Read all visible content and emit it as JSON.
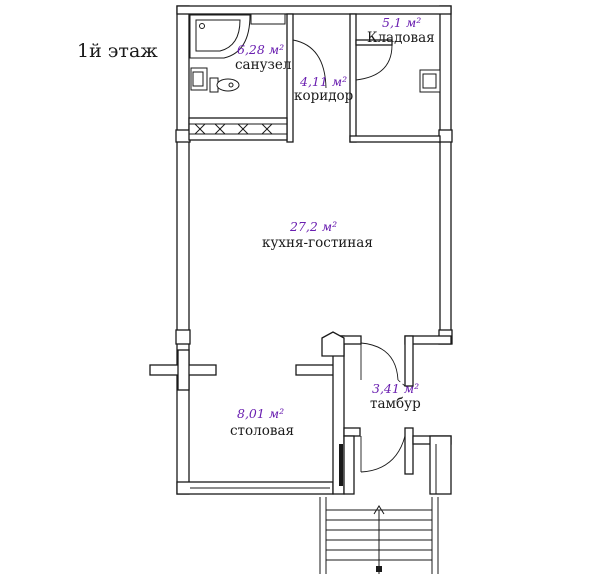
{
  "floor_title": "1й этаж",
  "colors": {
    "walls": "#1a1a1a",
    "area_text": "#6a1fb0",
    "background": "#ffffff"
  },
  "rooms": [
    {
      "key": "storage",
      "name": "Кладовая",
      "area": "5,1 м²"
    },
    {
      "key": "bathroom",
      "name": "санузел",
      "area": "6,28 м²"
    },
    {
      "key": "corridor",
      "name": "коридор",
      "area": "4,11 м²"
    },
    {
      "key": "kitchen",
      "name": "кухня-гостиная",
      "area": "27,2 м²"
    },
    {
      "key": "vestibule",
      "name": "тамбур",
      "area": "3,41 м²"
    },
    {
      "key": "dining",
      "name": "столовая",
      "area": "8,01 м²"
    }
  ],
  "icons": [
    "corner-bathtub-icon",
    "washbasin-icon",
    "toilet-icon",
    "storage-sink-icon",
    "stairs-icon",
    "door-swing-icon"
  ]
}
